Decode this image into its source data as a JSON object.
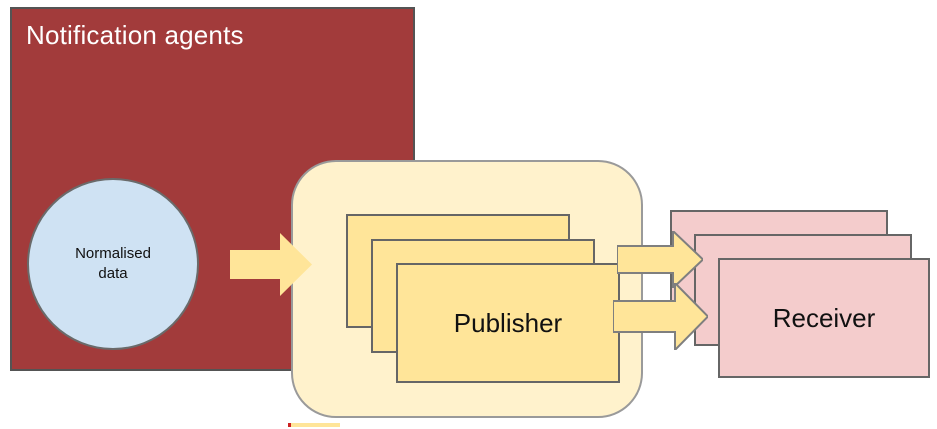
{
  "agents": {
    "title": "Notification agents",
    "circle_line1": "Normalised",
    "circle_line2": "data"
  },
  "publisher": {
    "label": "Publisher"
  },
  "receiver": {
    "label": "Receiver"
  },
  "colors": {
    "agents_fill": "#A23B3B",
    "agents_border": "#545454",
    "circle_fill": "#CFE2F3",
    "circle_border": "#6A6A6A",
    "group_fill": "#FFF2CC",
    "group_border": "#9A9A9A",
    "publisher_fill": "#FFE599",
    "receiver_fill": "#F4CCCC",
    "card_border": "#666666",
    "arrow_fill": "#FFE599",
    "arrow_border": "#7F7F7F",
    "title_color": "#FFFFFF",
    "artifact_red": "#CC2222"
  }
}
